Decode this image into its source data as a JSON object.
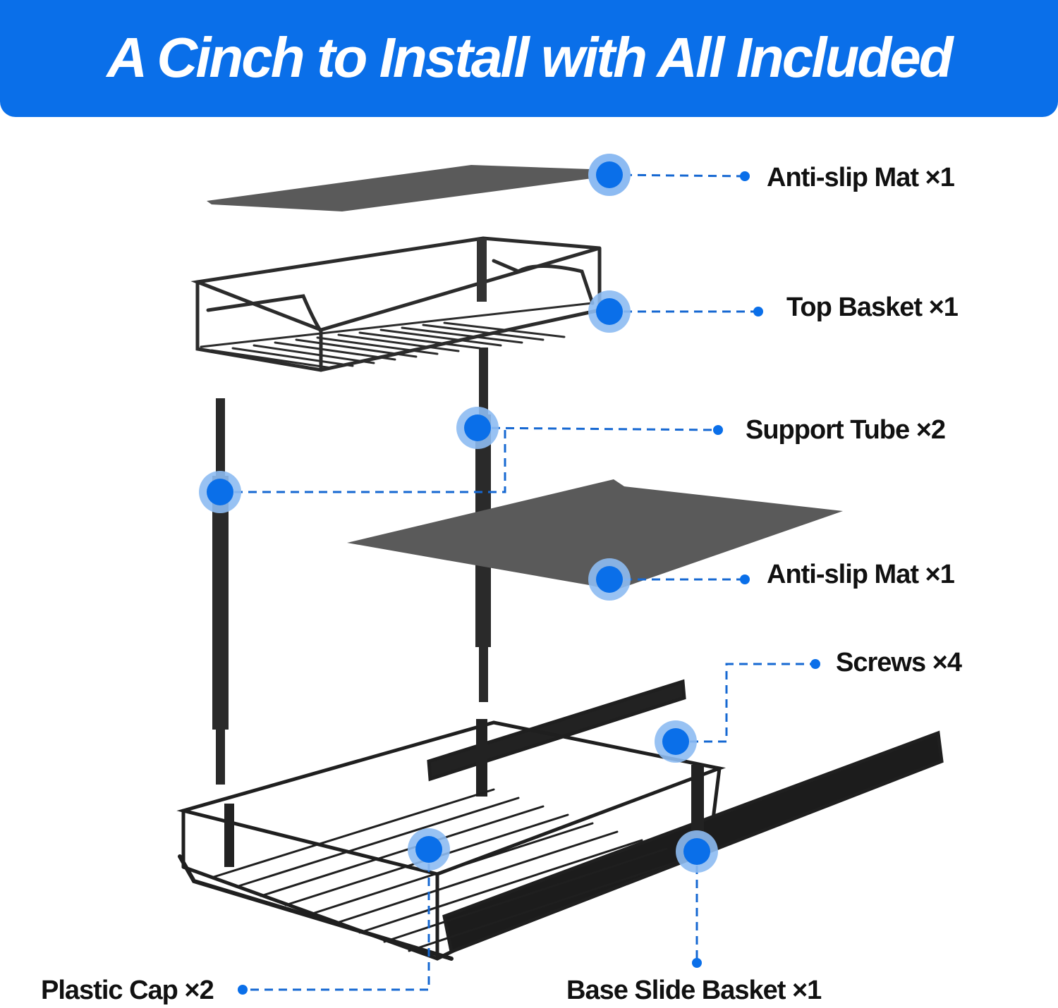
{
  "header": {
    "title": "A Cinch to Install with All Included"
  },
  "colors": {
    "accent": "#0a6fe9",
    "halo": "#8dbbf2",
    "product": "#2a2a2a",
    "mat": "#585858"
  },
  "parts": [
    {
      "id": "mat-top",
      "label": "Anti-slip Mat ×1"
    },
    {
      "id": "top-basket",
      "label": "Top Basket ×1"
    },
    {
      "id": "support-tube",
      "label": "Support Tube ×2"
    },
    {
      "id": "mat-bottom",
      "label": "Anti-slip Mat ×1"
    },
    {
      "id": "screws",
      "label": "Screws ×4"
    },
    {
      "id": "plastic-cap",
      "label": "Plastic Cap ×2"
    },
    {
      "id": "base-slide-basket",
      "label": "Base Slide Basket ×1"
    }
  ]
}
